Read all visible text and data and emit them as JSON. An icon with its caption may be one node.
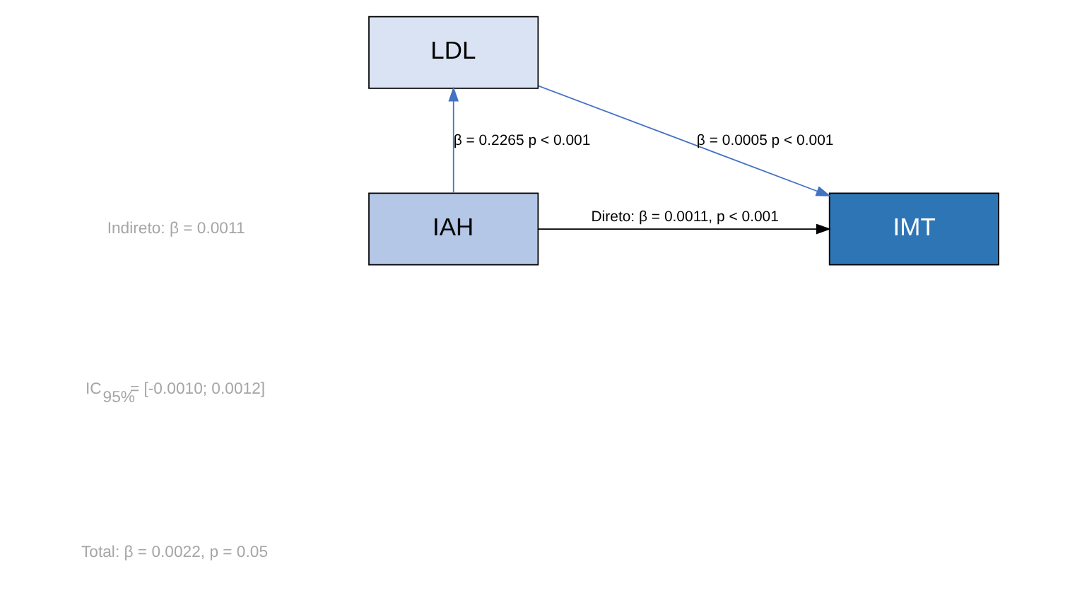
{
  "diagram": {
    "nodes": [
      {
        "text": [
          "LDL"
        ]
      },
      {
        "text": [
          "IAH"
        ]
      },
      {
        "text": [
          "IMT"
        ]
      }
    ],
    "edges": [
      {
        "from": 1,
        "to": 0,
        "arrow": "to",
        "label": "β = 0.2265 p < 0.001"
      },
      {
        "from": 0,
        "to": 2,
        "arrow": "to",
        "label": "β = 0.0005 p < 0.001"
      },
      {
        "from": 1,
        "to": 2,
        "arrow": "to",
        "label": "Direto: β = 0.0011, p < 0.001",
        "color": "#000000"
      }
    ],
    "labels": [
      "Indireto: β = 0.0011",
      "IC$_{95%}$= [-0.0010; 0.0012]",
      "Total: β = 0.0022, p = 0.05"
    ]
  }
}
